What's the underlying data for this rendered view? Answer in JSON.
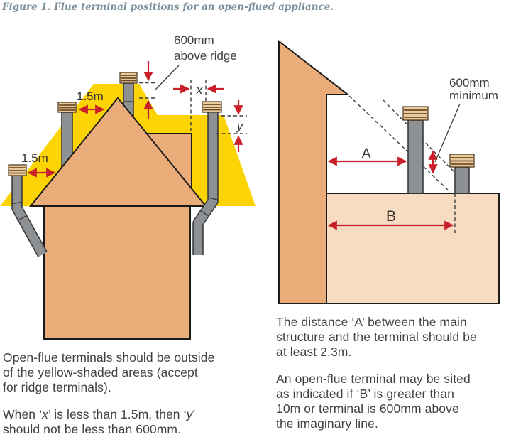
{
  "title": "Figure 1. Flue terminal positions for an open-flued appliance.",
  "colors": {
    "title": "#7d919d",
    "body_text": "#414141",
    "house_tan": "#EAAC79",
    "low_building_tan": "#F7DCC1",
    "exclusion_yellow": "#FCD403",
    "pipe_gray": "#8E9194",
    "pipe_outline": "#3A3A3C",
    "cap_beige": "#E9CB9B",
    "cap_stripe": "#6F4D28",
    "dimension_red": "#C8202B"
  },
  "left": {
    "ann600": {
      "l1": "600mm",
      "l2": "above ridge"
    },
    "dim_upper": "1.5m",
    "dim_lower": "1.5m",
    "x": "x",
    "y": "y",
    "caption1": [
      "Open-flue terminals should be outside",
      "of the yellow-shaded areas (accept",
      "for ridge terminals)."
    ],
    "caption2": {
      "pre": "When ‘",
      "x": "x",
      "mid": "’ is less than 1.5m, then ‘",
      "y": "y",
      "post": "’",
      "line2": "should not be less than 600mm."
    }
  },
  "right": {
    "ann600": {
      "l1": "600mm",
      "l2": "minimum"
    },
    "a": "A",
    "b": "B",
    "caption1": [
      "The distance ‘A’ between the main",
      "structure and the terminal should be",
      "at least 2.3m."
    ],
    "caption2": [
      "An open-flue terminal may be sited",
      "as indicated if ‘B’ is greater than",
      "10m or terminal is 600mm above",
      "the imaginary line."
    ]
  }
}
